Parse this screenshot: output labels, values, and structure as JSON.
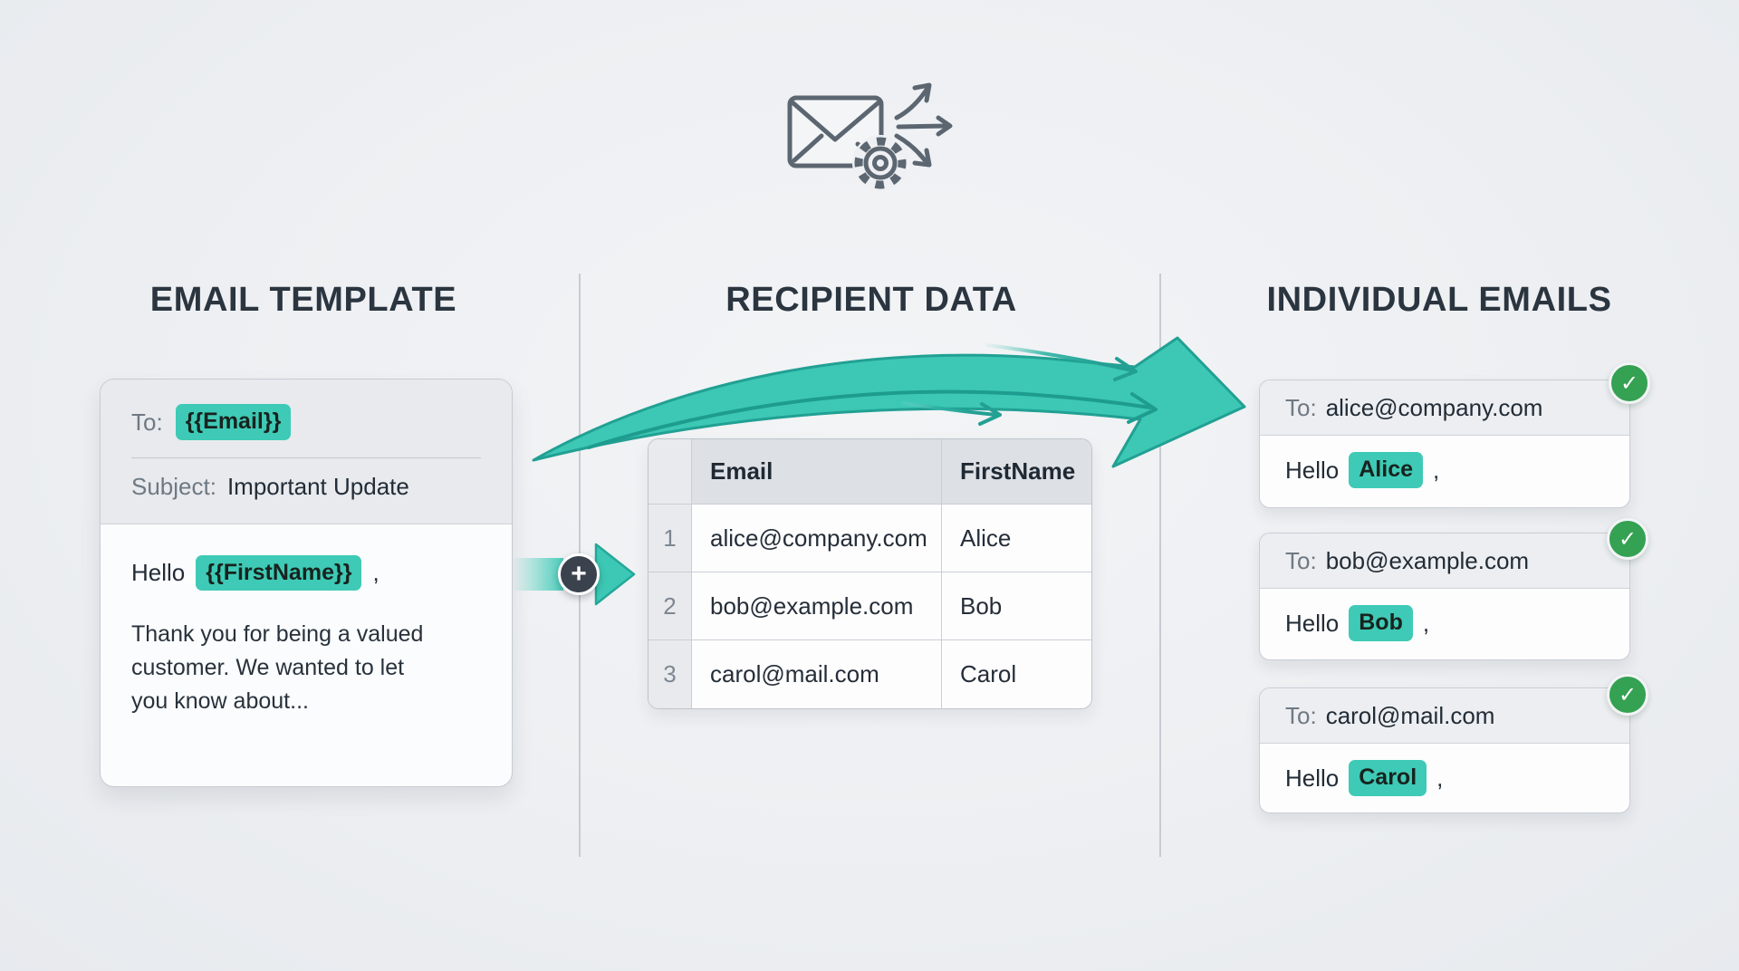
{
  "colors": {
    "accent_teal": "#3CC8B4",
    "accent_teal_dark": "#21A093",
    "success_green": "#35A152",
    "heading_text": "#2B3540",
    "muted_label": "#6F7983",
    "node_dark": "#3A424E"
  },
  "template_column": {
    "heading": "EMAIL TEMPLATE",
    "card": {
      "to_label": "To:",
      "to_variable": "{{Email}}",
      "subject_label": "Subject:",
      "subject_value": "Important Update",
      "greeting_prefix": "Hello",
      "greeting_variable": "{{FirstName}}",
      "greeting_suffix": ",",
      "body_lines": [
        "Thank you for being a valued",
        "customer. We wanted to let",
        "you know about..."
      ]
    }
  },
  "recipient_column": {
    "heading": "RECIPIENT DATA",
    "table": {
      "columns": [
        "Email",
        "FirstName"
      ],
      "rows": [
        {
          "num": "1",
          "email": "alice@company.com",
          "first_name": "Alice"
        },
        {
          "num": "2",
          "email": "bob@example.com",
          "first_name": "Bob"
        },
        {
          "num": "3",
          "email": "carol@mail.com",
          "first_name": "Carol"
        }
      ]
    }
  },
  "individual_column": {
    "heading": "INDIVIDUAL EMAILS",
    "emails": [
      {
        "to_label": "To:",
        "to_value": "alice@company.com",
        "greeting_prefix": "Hello",
        "name": "Alice",
        "greeting_suffix": ","
      },
      {
        "to_label": "To:",
        "to_value": "bob@example.com",
        "greeting_prefix": "Hello",
        "name": "Bob",
        "greeting_suffix": ","
      },
      {
        "to_label": "To:",
        "to_value": "carol@mail.com",
        "greeting_prefix": "Hello",
        "name": "Carol",
        "greeting_suffix": ","
      }
    ]
  },
  "connector": {
    "plus_glyph": "+"
  },
  "status": {
    "check_glyph": "✓"
  }
}
